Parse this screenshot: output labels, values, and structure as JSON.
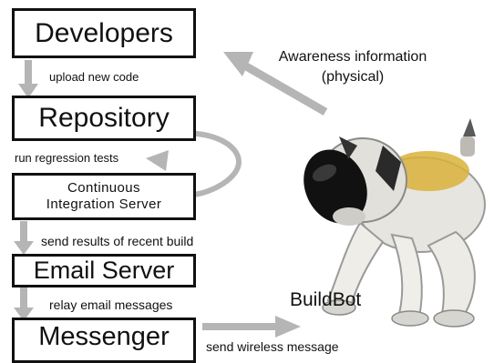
{
  "boxes": {
    "developers": "Developers",
    "repository": "Repository",
    "ci_line1": "Continuous",
    "ci_line2": "Integration Server",
    "email": "Email Server",
    "messenger": "Messenger"
  },
  "edges": {
    "upload": "upload new code",
    "regression": "run regression tests",
    "results": "send results of recent build",
    "relay": "relay email messages",
    "wireless": "send wireless message"
  },
  "annotations": {
    "awareness_line1": "Awareness information",
    "awareness_line2": "(physical)",
    "buildbot": "BuildBot"
  },
  "colors": {
    "arrow": "#b5b5b5",
    "border": "#111111"
  }
}
